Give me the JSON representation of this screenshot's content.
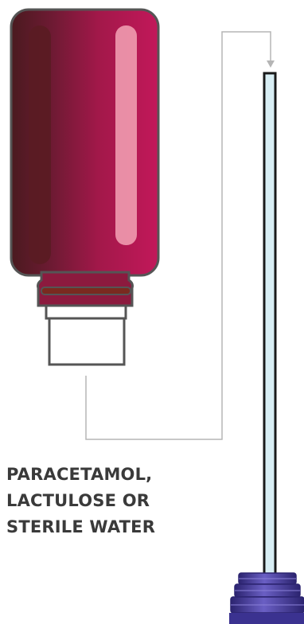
{
  "diagram": {
    "label_lines": [
      "PARACETAMOL,",
      "LACTULOSE OR",
      "STERILE WATER"
    ],
    "colors": {
      "bottle_dark": "#4a1a1f",
      "bottle_body": "#a3184a",
      "bottle_highlight": "#f3a3b5",
      "bottle_outline": "#555555",
      "cap": "#ffffff",
      "tube_fill": "#d8eef4",
      "tube_outline": "#1a1a1a",
      "connector_fill": "#5a4fb0",
      "connector_dark": "#2c2470",
      "leader_line": "#b5b5b5",
      "text": "#3a3a3a"
    },
    "icons": [
      "medicine-bottle-icon",
      "syringe-tube-icon",
      "arrow-down-icon"
    ]
  }
}
